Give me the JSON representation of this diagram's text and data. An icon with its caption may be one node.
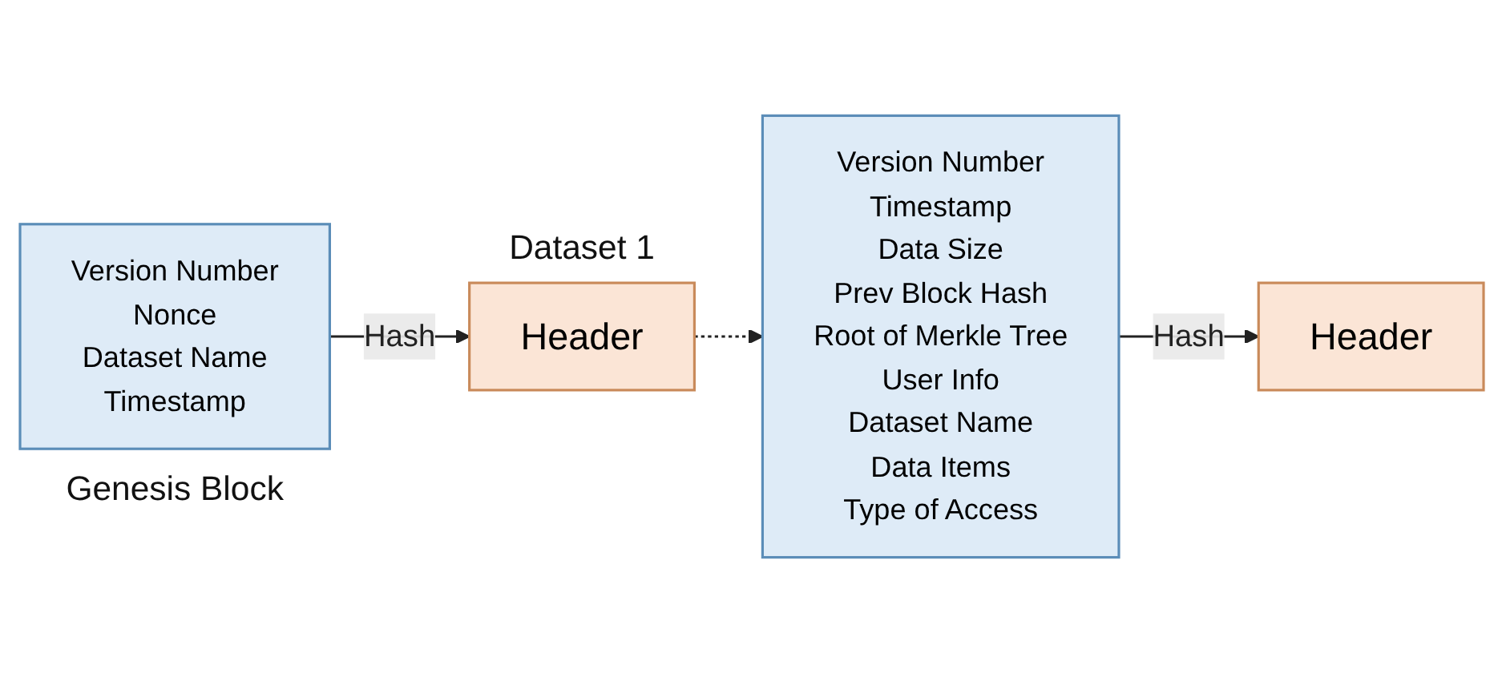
{
  "diagram": {
    "nodes": [
      {
        "text": [
          "Header"
        ],
        "beside": [
          "Dataset 1"
        ]
      },
      {
        "text": [
          "Version Number",
          "Nonce",
          "Dataset Name",
          "Timestamp"
        ],
        "beside": [
          "Genesis Block"
        ]
      },
      {
        "text": [
          "Header"
        ]
      },
      {
        "text": [
          "Version Number",
          "Timestamp",
          "Data Size",
          "Prev Block Hash",
          "Root of Merkle Tree",
          "User Info",
          "Dataset Name",
          "Data Items",
          "Type of Access"
        ]
      }
    ],
    "edges": [
      {
        "from": 1,
        "to": 0,
        "arrow": "to",
        "label": "Hash"
      },
      {
        "from": 0,
        "to": 3,
        "arrow": "to",
        "style": "dashed"
      },
      {
        "from": 3,
        "to": 2,
        "arrow": "to",
        "label": "Hash"
      }
    ]
  }
}
